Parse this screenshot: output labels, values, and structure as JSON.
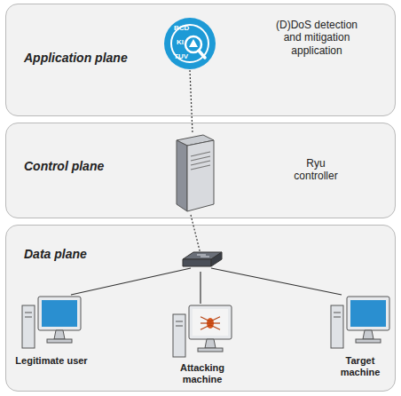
{
  "diagram": {
    "nodes": [
      {
        "text": [
          "Application plane"
        ]
      },
      {
        "text": [
          "(D)DoS detection and mitigation application"
        ],
        "in": 0
      },
      {
        "text": [
          "Control plane"
        ]
      },
      {
        "text": [
          "Ryu controller"
        ],
        "in": 2
      },
      {
        "text": [
          "Data plane"
        ]
      },
      {
        "text": [
          "Legitimate user"
        ],
        "in": 4
      },
      {
        "text": [
          "Attacking machine"
        ],
        "in": 4
      },
      {
        "text": [
          "Target machine"
        ],
        "in": 4
      }
    ],
    "edges": [
      {
        "from": 1,
        "to": 3,
        "arrow": "none"
      }
    ],
    "labels": [
      "BCD",
      "KI",
      "TUV"
    ]
  }
}
